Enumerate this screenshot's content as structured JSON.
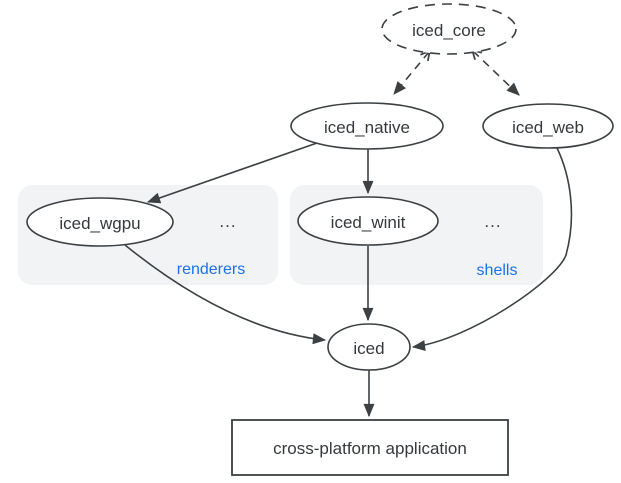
{
  "colors": {
    "background": "#ffffff",
    "stroke": "#3c4043",
    "text": "#35393d",
    "accent_blue": "#1a73e8",
    "group_fill": "#f1f3f5"
  },
  "nodes": {
    "iced_core": "iced_core",
    "iced_native": "iced_native",
    "iced_web": "iced_web",
    "iced_wgpu": "iced_wgpu",
    "iced_winit": "iced_winit",
    "iced": "iced",
    "application": "cross-platform application"
  },
  "groups": {
    "renderers": {
      "label": "renderers",
      "more": "..."
    },
    "shells": {
      "label": "shells",
      "more": "..."
    }
  },
  "edges": [
    {
      "from": "iced_core",
      "to": "iced_native",
      "style": "dashed"
    },
    {
      "from": "iced_core",
      "to": "iced_web",
      "style": "dashed"
    },
    {
      "from": "iced_native",
      "to": "iced_wgpu",
      "style": "solid"
    },
    {
      "from": "iced_native",
      "to": "iced_winit",
      "style": "solid"
    },
    {
      "from": "iced_wgpu",
      "to": "iced",
      "style": "solid"
    },
    {
      "from": "iced_winit",
      "to": "iced",
      "style": "solid"
    },
    {
      "from": "iced_web",
      "to": "iced",
      "style": "solid"
    },
    {
      "from": "iced",
      "to": "application",
      "style": "solid"
    }
  ]
}
